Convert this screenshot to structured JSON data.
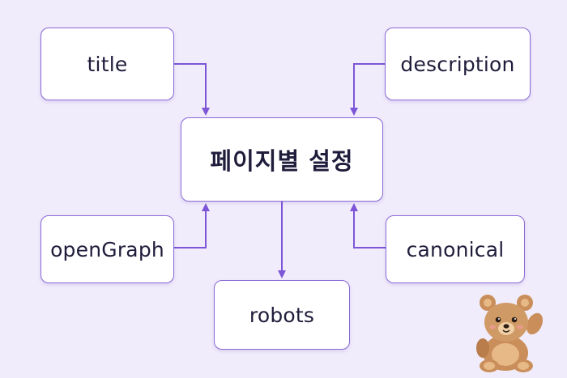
{
  "diagram": {
    "center": {
      "label": "페이지별 설정"
    },
    "nodes": {
      "title": "title",
      "description": "description",
      "openGraph": "openGraph",
      "canonical": "canonical",
      "robots": "robots"
    }
  },
  "colors": {
    "background": "#f1ecfc",
    "border": "#8a6ad6",
    "arrow": "#7c56d6",
    "text": "#1f1d3b"
  },
  "icons": {
    "mascot": "teddy-bear-icon"
  }
}
